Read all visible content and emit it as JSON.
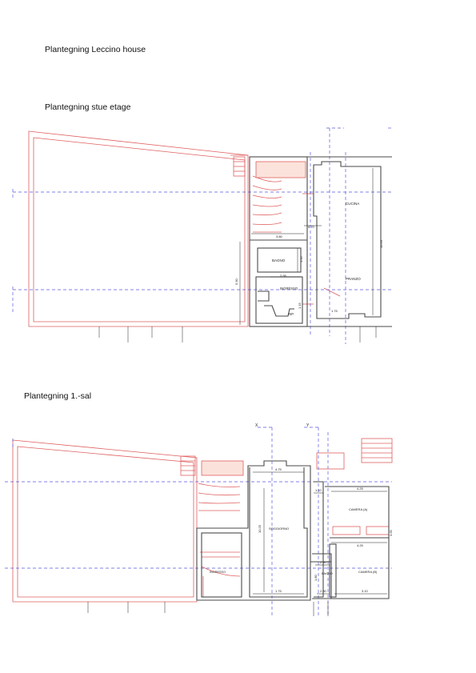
{
  "headings": {
    "main": "Plantegning Leccino house",
    "ground": "Plantegning stue etage",
    "first": "Plantegning 1.-sal"
  },
  "colors": {
    "wall": "#4a4a4a",
    "terrace": "#e06060",
    "axis": "#5a5adf"
  },
  "ground_floor": {
    "rooms": {
      "cucina": "CUCINA",
      "pranzo": "PRANZO",
      "bagno": "BAGNO",
      "ingresso": "INGRESSO",
      "rip": "RIP."
    },
    "dims": {
      "d380": "3.80",
      "d070": "0.70",
      "d295": "2.95",
      "d135": "1.35",
      "d590": "5.90",
      "d1063": "10.63",
      "d175": "1.75",
      "d115": "1.15"
    }
  },
  "first_floor": {
    "rooms": {
      "soggiorno": "SOGGIORNO",
      "camera1": "CAMERA (A)",
      "camera2": "CAMERA (B)",
      "bagno": "BAGNO",
      "ingresso": "INGRESSO"
    },
    "dims": {
      "d475": "4.75",
      "d1025": "10.25",
      "d110": "1.10",
      "d425a": "4.25",
      "d425b": "4.25",
      "d290": "2.90",
      "d175": "1.75",
      "d180": "1.80",
      "d230": "2.30",
      "d310": "3.10",
      "d365": "3.65"
    },
    "markers": {
      "x": "X",
      "y": "Y"
    }
  }
}
